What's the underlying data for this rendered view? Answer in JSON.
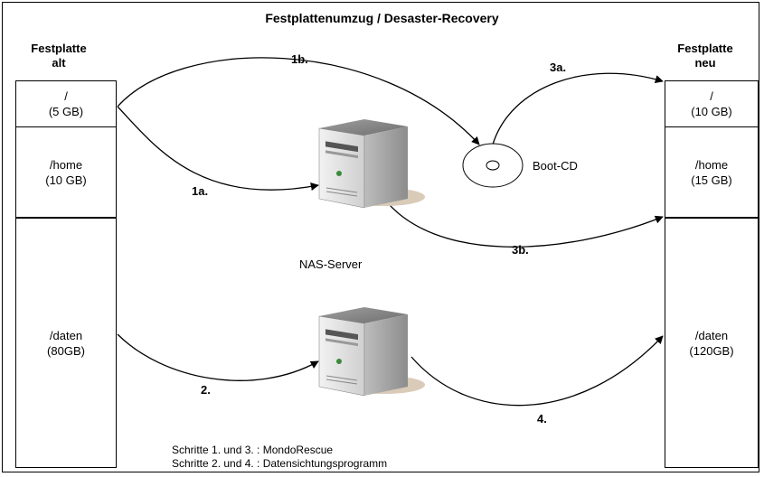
{
  "title": "Festplattenumzug / Desaster-Recovery",
  "old_disk": {
    "label_line1": "Festplatte",
    "label_line2": "alt",
    "partitions": [
      {
        "name": "/",
        "size": "(5 GB)"
      },
      {
        "name": "/home",
        "size": "(10 GB)"
      },
      {
        "name": "/daten",
        "size": "(80GB)"
      }
    ]
  },
  "new_disk": {
    "label_line1": "Festplatte",
    "label_line2": "neu",
    "partitions": [
      {
        "name": "/",
        "size": "(10 GB)"
      },
      {
        "name": "/home",
        "size": "(15 GB)"
      },
      {
        "name": "/daten",
        "size": "(120GB)"
      }
    ]
  },
  "nodes": {
    "nas_server_label": "NAS-Server",
    "boot_cd_label": "Boot-CD"
  },
  "steps": {
    "s1a": "1a.",
    "s1b": "1b.",
    "s2": "2.",
    "s3a": "3a.",
    "s3b": "3b.",
    "s4": "4."
  },
  "legend": {
    "line1": "Schritte 1. und 3. : MondoRescue",
    "line2": "Schritte 2. und 4. : Datensichtungsprogramm"
  }
}
